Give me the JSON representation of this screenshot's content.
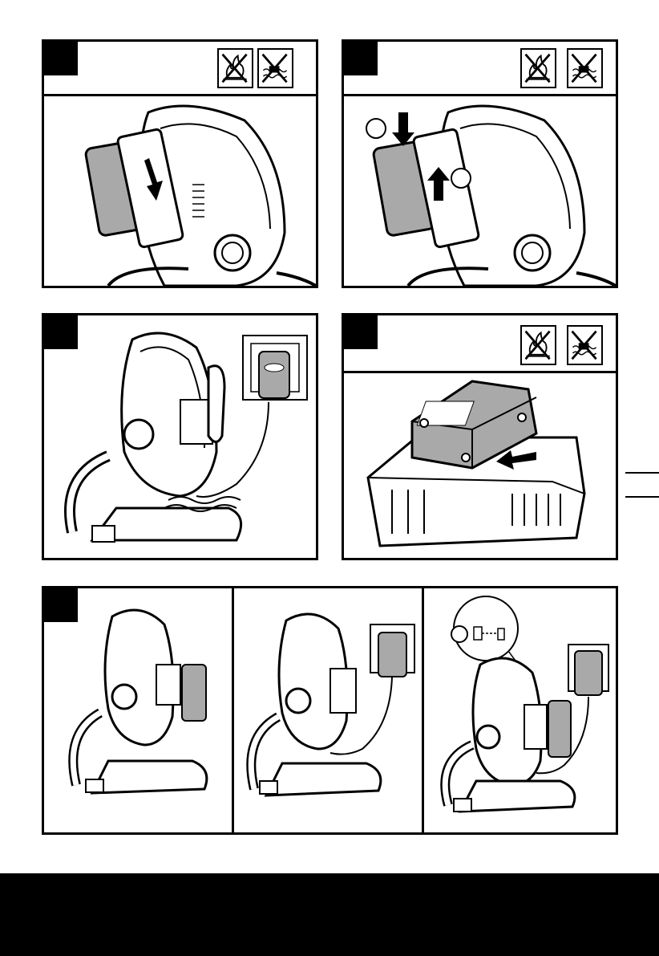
{
  "panels": [
    {
      "id": "1",
      "step": "",
      "icons": [
        "no-fire-icon",
        "no-water-icon"
      ]
    },
    {
      "id": "2",
      "step": "",
      "icons": [
        "no-fire-icon",
        "no-water-icon"
      ],
      "callouts": [
        "",
        ""
      ]
    },
    {
      "id": "3",
      "step": ""
    },
    {
      "id": "4",
      "step": "",
      "icons": [
        "no-fire-icon",
        "no-water-icon"
      ]
    },
    {
      "id": "5",
      "step": "",
      "callouts": [
        ""
      ]
    }
  ],
  "colors": {
    "ink": "#000000",
    "paper": "#ffffff",
    "battery_gray": "#a9a9a9"
  }
}
